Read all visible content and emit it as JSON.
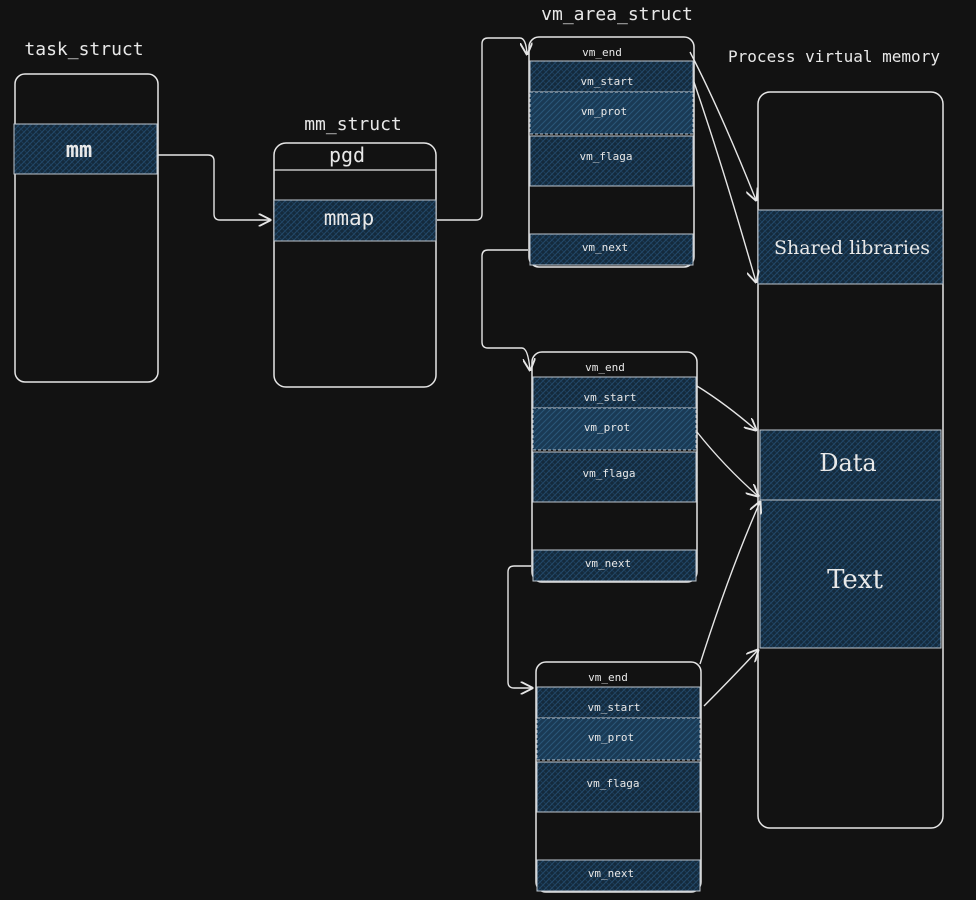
{
  "titles": {
    "task_struct": "task_struct",
    "mm_struct": "mm_struct",
    "vm_area_struct": "vm_area_struct",
    "process_vm": "Process virtual memory"
  },
  "task_struct": {
    "mm": "mm"
  },
  "mm_struct": {
    "pgd": "pgd",
    "mmap": "mmap"
  },
  "vma_fields": {
    "vm_end": "vm_end",
    "vm_start": "vm_start",
    "vm_prot": "vm_prot",
    "vm_flags": "vm_flaga",
    "vm_next": "vm_next"
  },
  "memory_regions": {
    "shared": "Shared libraries",
    "data": "Data",
    "text": "Text"
  },
  "colors": {
    "background": "#121212",
    "stroke": "#e6e6e6",
    "fill_dark": "#142a3c",
    "fill_light": "#1a3a55"
  }
}
